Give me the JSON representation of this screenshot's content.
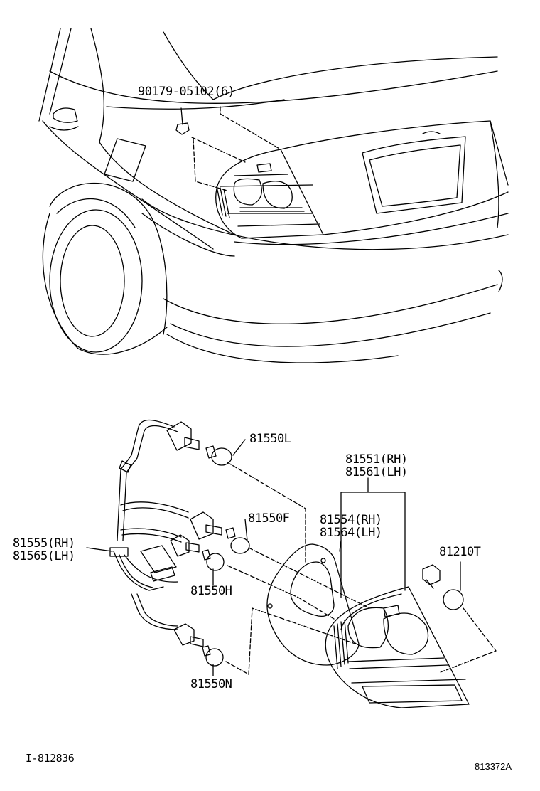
{
  "diagram": {
    "labels": {
      "clip": "90179-05102(6)",
      "bulb_l": "81550L",
      "lamp_assy_rh": "81551(RH)",
      "lamp_assy_lh": "81561(LH)",
      "gasket_rh": "81554(RH)",
      "gasket_lh": "81564(LH)",
      "bulb_f": "81550F",
      "socket_wire_rh": "81555(RH)",
      "socket_wire_lh": "81565(LH)",
      "bulb_t": "81210T",
      "bulb_h": "81550H",
      "bulb_n": "81550N",
      "illustration_code": "I-812836",
      "catalog_code": "813372A"
    }
  }
}
